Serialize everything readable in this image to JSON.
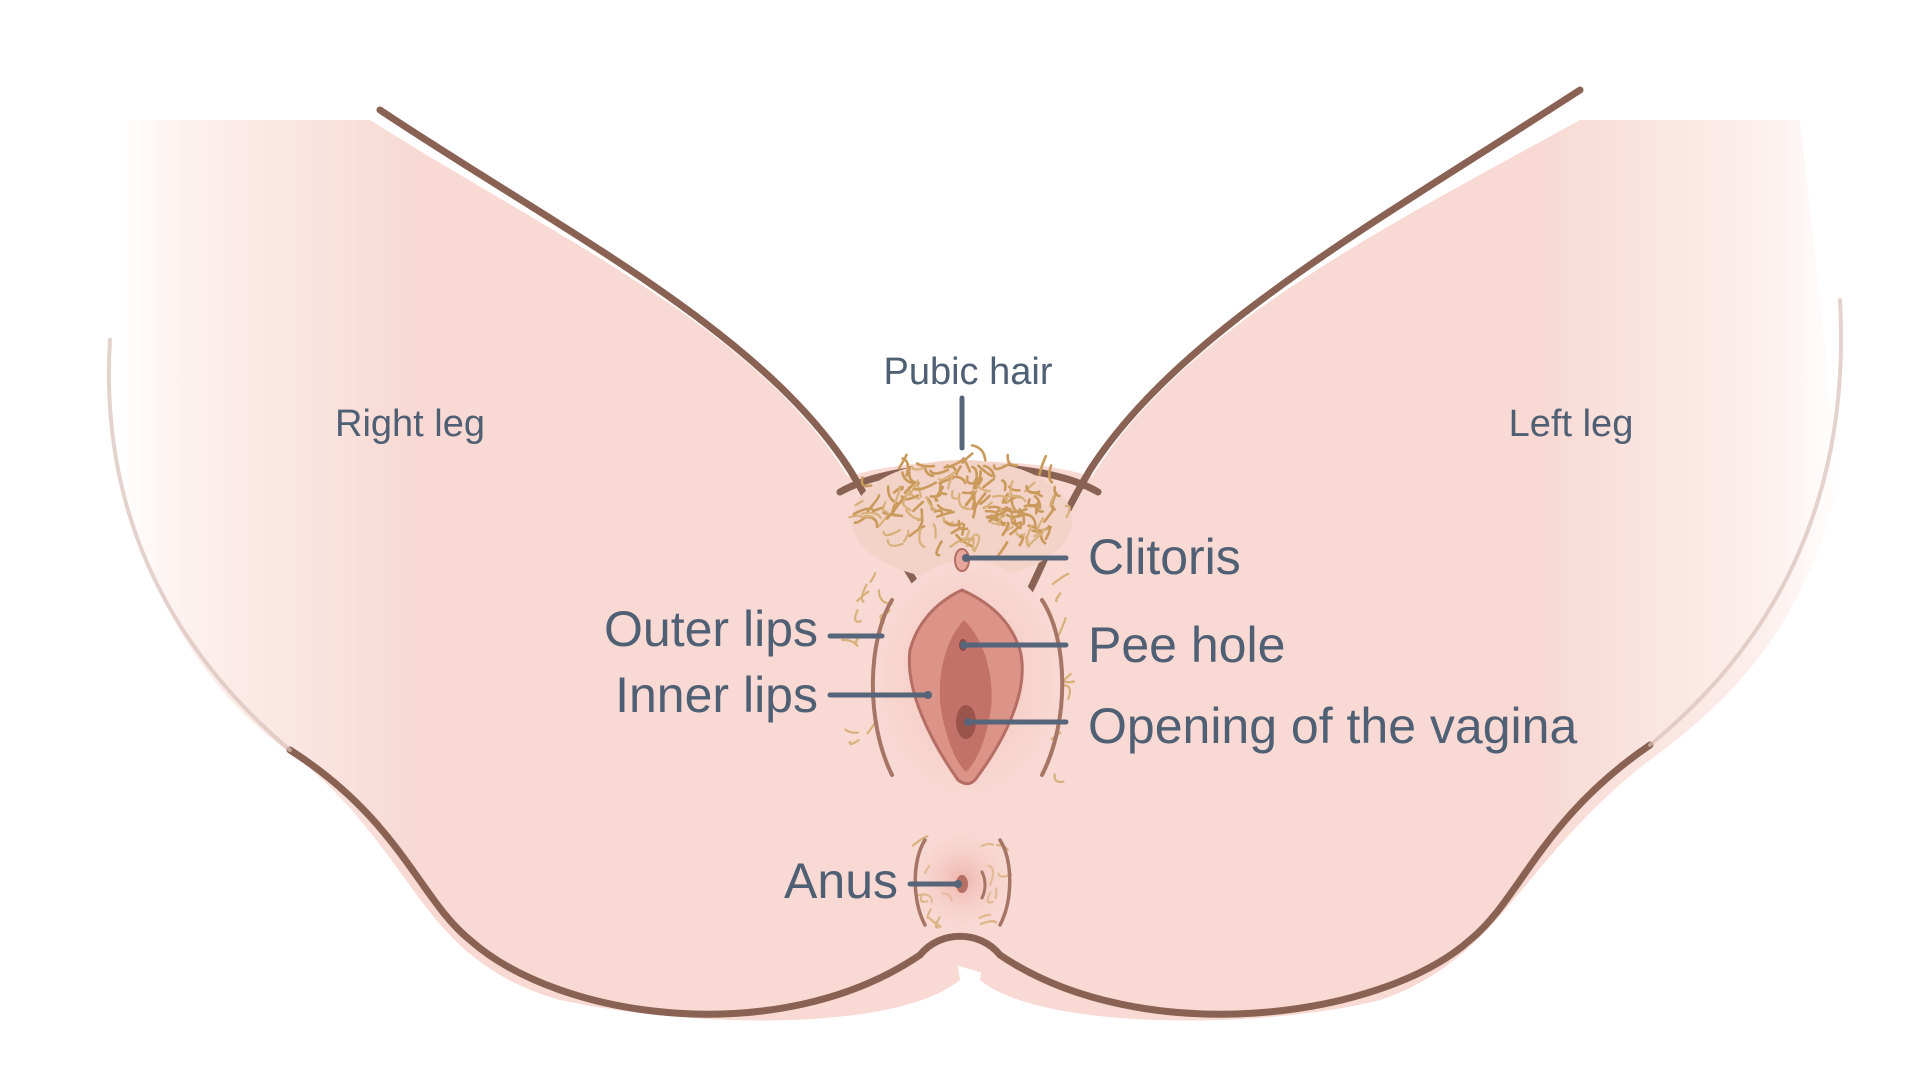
{
  "labels": {
    "right_leg": "Right leg",
    "left_leg": "Left leg",
    "pubic_hair": "Pubic hair",
    "clitoris": "Clitoris",
    "outer_lips": "Outer lips",
    "pee_hole": "Pee hole",
    "inner_lips": "Inner lips",
    "opening_of_the_vagina": "Opening of the vagina",
    "anus": "Anus"
  },
  "colors": {
    "skin": "#f8d9d3",
    "skin_shadow": "#efbcb4",
    "outline": "#8a6253",
    "inner_lips": "#d88b80",
    "inner_dark": "#b8675f",
    "label_text": "#4f5f74",
    "hair": "#c99a5b"
  }
}
